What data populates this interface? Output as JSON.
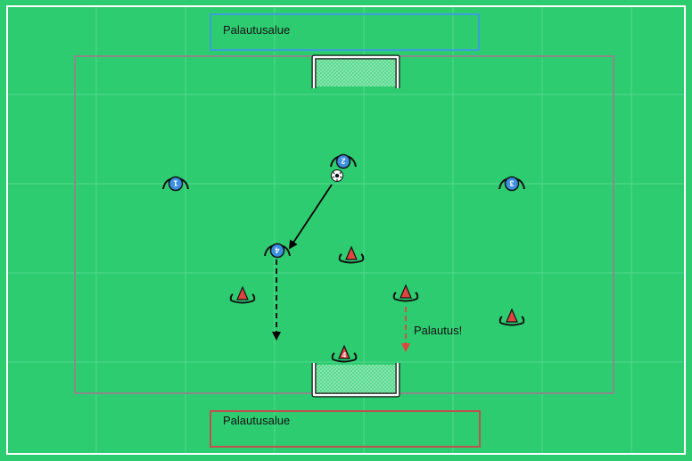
{
  "zones": {
    "top_label": "Palautusalue",
    "bottom_label": "Palautusalue",
    "top_color": "#3aa0d8",
    "bottom_color": "#c0504d"
  },
  "annotation": {
    "text": "Palautus!"
  },
  "players_blue": [
    {
      "id": "blue-1",
      "number": "1"
    },
    {
      "id": "blue-2",
      "number": "2"
    },
    {
      "id": "blue-3",
      "number": "3"
    },
    {
      "id": "blue-4",
      "number": "4"
    }
  ],
  "players_red": [
    {
      "id": "red-1",
      "number": ""
    },
    {
      "id": "red-2",
      "number": ""
    },
    {
      "id": "red-3",
      "number": ""
    },
    {
      "id": "red-4",
      "number": ""
    },
    {
      "id": "red-5",
      "number": "4"
    }
  ],
  "colors": {
    "pitch": "#2ecc71",
    "pitch_lines": "#ffffff",
    "grid": "#52d98a",
    "playing_area": "#8a8a8a",
    "blue_player": "#3d8fe0",
    "red_player": "#e0443e",
    "arrow": "#000000",
    "return_arrow": "#e0443e"
  }
}
